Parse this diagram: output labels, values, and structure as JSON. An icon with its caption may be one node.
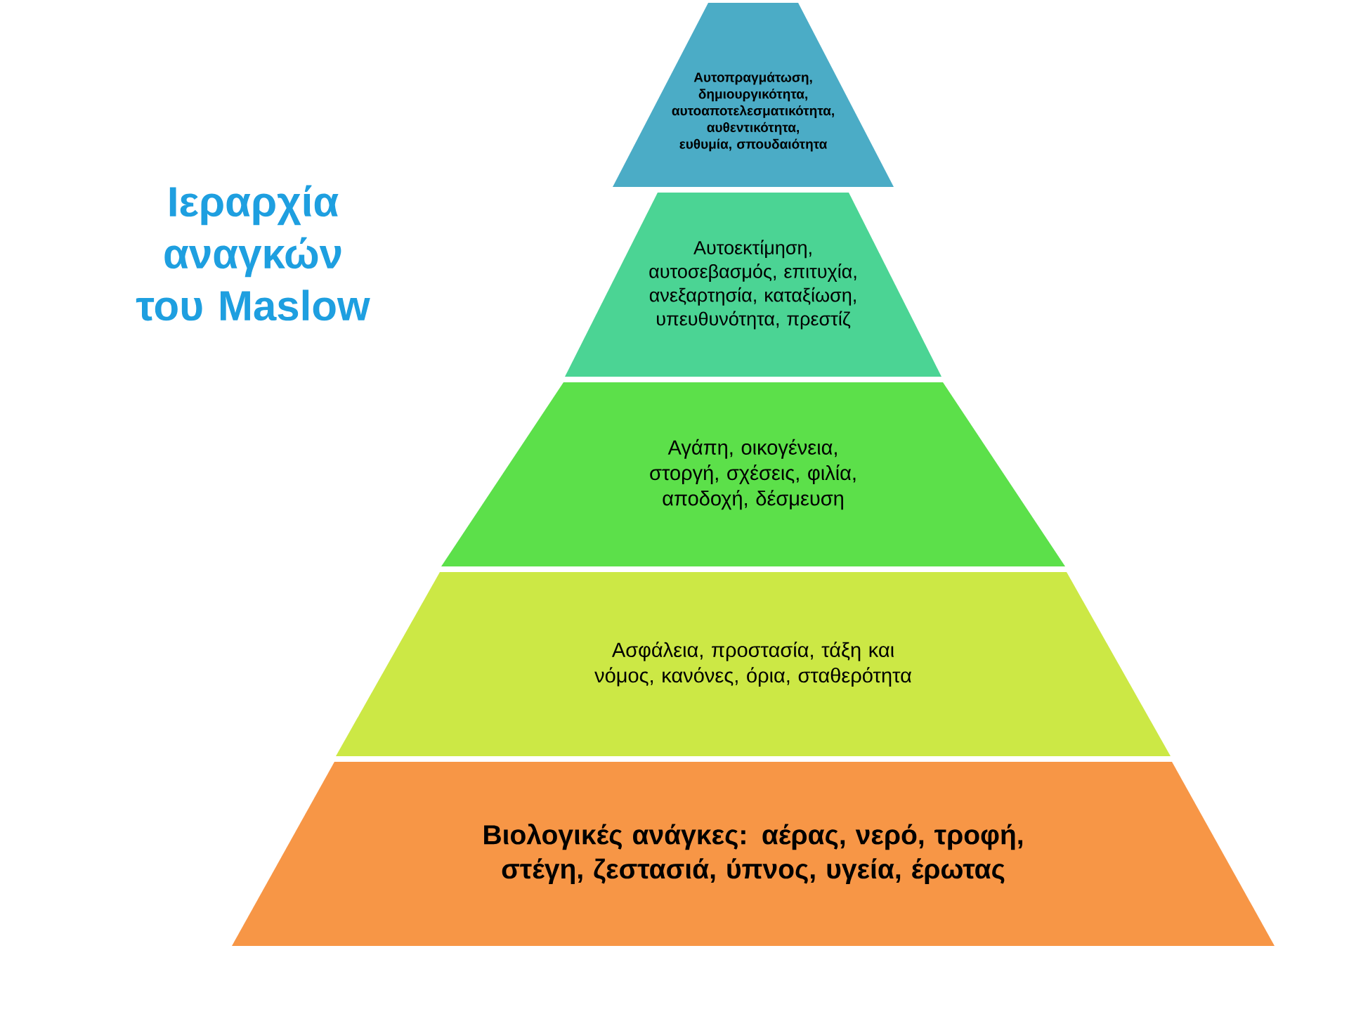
{
  "diagram": {
    "title": "Ιεραρχία αναγκών του Maslow",
    "nodes": [
      {
        "text": [
          "Αυτοπραγμάτωση, δημιουργικότητα, αυτοαποτελεσματικότητα, αυθεντικότητα, ευθυμία, σπουδαιότητα"
        ]
      },
      {
        "text": [
          "Αυτοεκτίμηση, αυτοσεβασμός, επιτυχία, ανεξαρτησία, καταξίωση, υπευθυνότητα, πρεστίζ"
        ]
      },
      {
        "text": [
          "Αγάπη, οικογένεια, στοργή, σχέσεις, φιλία, αποδοχή, δέσμευση"
        ]
      },
      {
        "text": [
          "Ασφάλεια, προστασία,  τάξη και νόμος, κανόνες, όρια,  σταθερότητα"
        ]
      },
      {
        "text": [
          "Βιολογικές ανάγκες: αέρας, νερό, τροφή, στέγη, ζεστασιά, ύπνος, υγεία, έρωτας"
        ]
      }
    ]
  }
}
